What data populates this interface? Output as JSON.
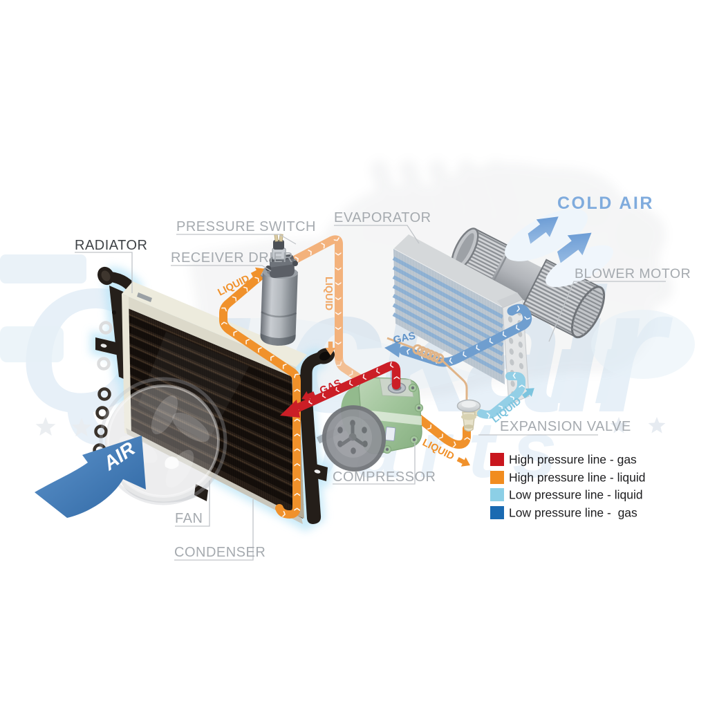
{
  "labels": {
    "radiator": "RADIATOR",
    "pressure_switch": "PRESSURE SWITCH",
    "receiver_drier": "RECEIVER DRIER",
    "evaporator": "EVAPORATOR",
    "blower_motor": "BLOWER MOTOR",
    "cold_air": "COLD AIR",
    "expansion_valve": "EXPANSION VALVE",
    "compressor": "COMPRESSOR",
    "fan": "FAN",
    "condenser": "CONDENSER",
    "air": "AIR"
  },
  "flow_labels": {
    "liquid_to_drier": "LIQUID",
    "liquid_down": "LIQUID",
    "liquid_to_valve": "LIQUID",
    "liquid_to_evaporator": "LIQUID",
    "gas_high_pressure": "GAS",
    "gas_low_pressure": "GAS"
  },
  "legend": {
    "items": [
      {
        "color": "#c9161e",
        "label": "High pressure line - gas"
      },
      {
        "color": "#f18c1f",
        "label": "High pressure line - liquid"
      },
      {
        "color": "#8ccfe6",
        "label": "Low pressure line - liquid"
      },
      {
        "color": "#1a6ab1",
        "label": "Low pressure line -  gas"
      }
    ]
  },
  "watermark": {
    "brand": "Quickair",
    "sub": "parts"
  },
  "colors": {
    "high_gas": "#cb1e26",
    "high_liquid": "#f0912b",
    "high_liquid_faded": "#f3b27c",
    "low_liquid": "#93cfe6",
    "low_gas": "#6f9ecf",
    "cold_air_blue": "#7fabdd",
    "air_arrow_blue": "#3e7cba",
    "label_gray": "#a5aaaf",
    "label_dark": "#3f4347",
    "leader_gray": "#c0c4c8",
    "glow_blue": "#b5e2f6",
    "legend_text": "#1c1c1e"
  }
}
